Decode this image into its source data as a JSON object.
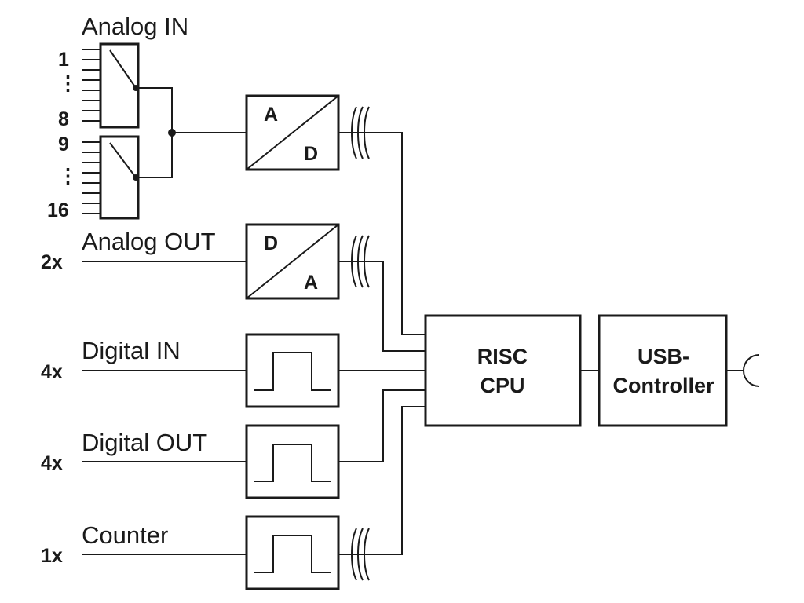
{
  "analog_in": {
    "label": "Analog IN",
    "mux1": {
      "first": "1",
      "dots": "⋮",
      "last": "8"
    },
    "mux2": {
      "first": "9",
      "dots": "⋮",
      "last": "16"
    }
  },
  "adc": {
    "top": "A",
    "bottom": "D"
  },
  "analog_out": {
    "label": "Analog OUT",
    "count": "2x"
  },
  "dac": {
    "top": "D",
    "bottom": "A"
  },
  "digital_in": {
    "label": "Digital IN",
    "count": "4x"
  },
  "digital_out": {
    "label": "Digital OUT",
    "count": "4x"
  },
  "counter": {
    "label": "Counter",
    "count": "1x"
  },
  "cpu": {
    "line1": "RISC",
    "line2": "CPU"
  },
  "usb": {
    "line1": "USB-",
    "line2": "Controller"
  }
}
